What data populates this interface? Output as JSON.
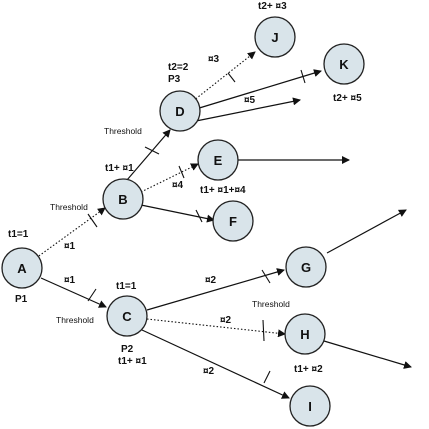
{
  "nodes": {
    "A": "A",
    "B": "B",
    "C": "C",
    "D": "D",
    "E": "E",
    "F": "F",
    "G": "G",
    "H": "H",
    "I": "I",
    "J": "J",
    "K": "K"
  },
  "labels": {
    "t1_eq_1_a": "t1=1",
    "p1": "P1",
    "eps1_ab": "¤1",
    "eps1_ac": "¤1",
    "threshold_ab": "Threshold",
    "threshold_ac": "Threshold",
    "threshold_bd": "Threshold",
    "threshold_cg": "Threshold",
    "t1_eps1_b": "t1+ ¤1",
    "t2_eq_2": "t2=2",
    "p3": "P3",
    "eps3": "¤3",
    "t2_eps3": "t2+ ¤3",
    "eps5": "¤5",
    "t2_eps5": "t2+ ¤5",
    "eps4": "¤4",
    "t1_eps1_eps4": "t1+ ¤1+¤4",
    "t1_eq_1_c": "t1=1",
    "p2": "P2",
    "t1_eps1_c": "t1+ ¤1",
    "eps2_cg": "¤2",
    "eps2_ch": "¤2",
    "eps2_ci": "¤2",
    "t1_plus_2": "t1+ ¤2"
  }
}
